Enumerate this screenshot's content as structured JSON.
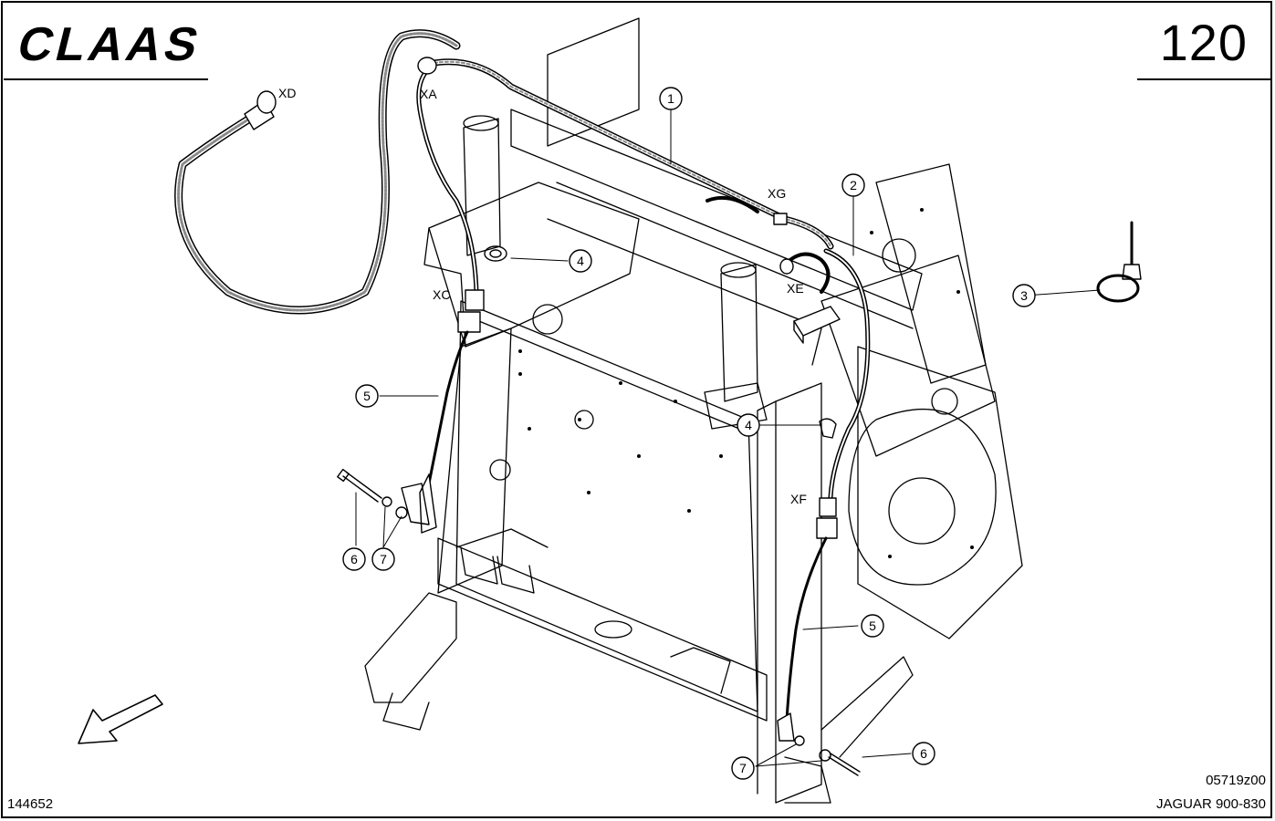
{
  "header": {
    "brand": "CLAAS",
    "page_number": "120"
  },
  "footer": {
    "drawing_code": "05719z00",
    "model": "JAGUAR 900-830",
    "doc_number": "144652"
  },
  "connectors": [
    "XD",
    "XA",
    "XG",
    "XC",
    "XE",
    "XF"
  ],
  "callouts": [
    "1",
    "2",
    "3",
    "4",
    "4",
    "5",
    "5",
    "6",
    "6",
    "7",
    "7"
  ],
  "colors": {
    "ink": "#000000",
    "paper": "#ffffff",
    "hatch": "#8a8a8a"
  }
}
